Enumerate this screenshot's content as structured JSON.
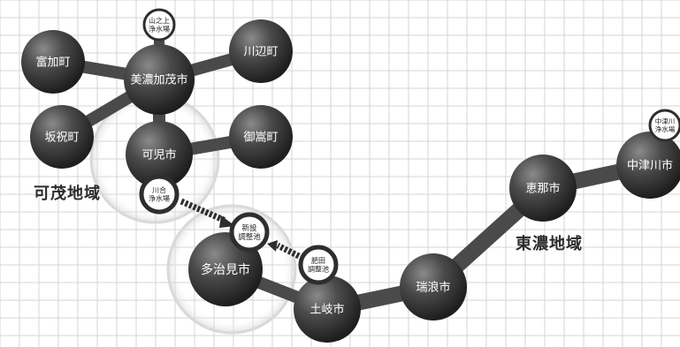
{
  "colors": {
    "node_dark": "#3a3a3a",
    "node_mid": "#555555",
    "line": "#4a4a4a",
    "grid": "#d4d4d4",
    "region_ring": "#d9d9d9",
    "small_ring": "#2e2e2e"
  },
  "nodes": [
    {
      "id": "tomika",
      "label": "富加町"
    },
    {
      "id": "minokamo",
      "label": "美濃加茂市"
    },
    {
      "id": "kawabe",
      "label": "川辺町"
    },
    {
      "id": "sakahogi",
      "label": "坂祝町"
    },
    {
      "id": "kani",
      "label": "可児市"
    },
    {
      "id": "mitake",
      "label": "御嵩町"
    },
    {
      "id": "tajimi",
      "label": "多治見市"
    },
    {
      "id": "toki",
      "label": "土岐市"
    },
    {
      "id": "mizunami",
      "label": "瑞浪市"
    },
    {
      "id": "ena",
      "label": "恵那市"
    },
    {
      "id": "nakatsugawa",
      "label": "中津川市"
    }
  ],
  "facilities": [
    {
      "id": "yamanoue",
      "label": "山之上\n浄水場"
    },
    {
      "id": "kawai",
      "label": "川合\n浄水場"
    },
    {
      "id": "shinsetsu",
      "label": "新設\n調整池"
    },
    {
      "id": "hida",
      "label": "肥田\n調整池"
    },
    {
      "id": "nakatsugawa_plant",
      "label": "中津川\n浄水場"
    }
  ],
  "regions": {
    "kamo": "可茂地域",
    "tono": "東濃地域"
  }
}
